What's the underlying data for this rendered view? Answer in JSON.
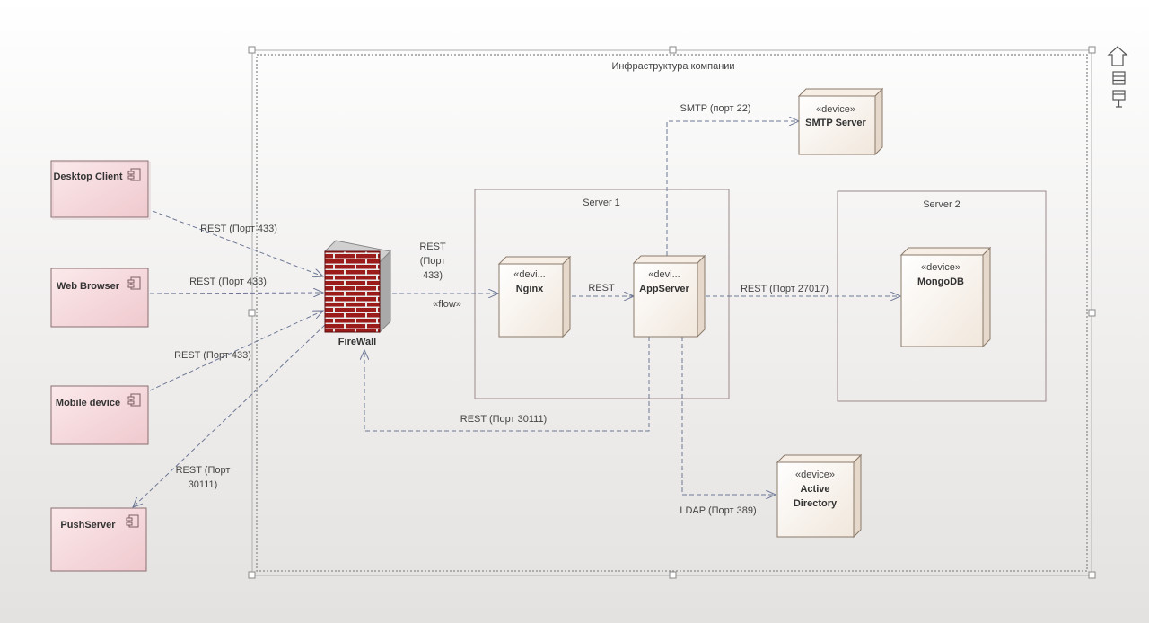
{
  "boundary": {
    "title": "Инфраструктура компании"
  },
  "server1": {
    "title": "Server 1"
  },
  "server2": {
    "title": "Server 2"
  },
  "clients": {
    "desktop": "Desktop Client",
    "web": "Web Browser",
    "mobile": "Mobile device",
    "push": "PushServer"
  },
  "firewall": {
    "name": "FireWall"
  },
  "nodes": {
    "nginx": {
      "stereotype": "«devi...",
      "name": "Nginx"
    },
    "appserver": {
      "stereotype": "«devi...",
      "name": "AppServer"
    },
    "mongodb": {
      "stereotype": "«device»",
      "name": "MongoDB"
    },
    "smtp": {
      "stereotype": "«device»",
      "name": "SMTP Server"
    },
    "ad": {
      "stereotype": "«device»",
      "name_line1": "Active",
      "name_line2": "Directory"
    }
  },
  "connectors": {
    "desktop_fw": "REST (Порт 433)",
    "web_fw": "REST (Порт 433)",
    "mobile_fw": "REST (Порт 433)",
    "fw_push_line1": "REST (Порт",
    "fw_push_line2": "30111)",
    "fw_nginx_line1": "REST",
    "fw_nginx_line2": "(Порт",
    "fw_nginx_line3": "433)",
    "fw_nginx_flow": "«flow»",
    "nginx_app": "REST",
    "app_mongo": "REST (Порт 27017)",
    "app_smtp": "SMTP (порт 22)",
    "app_ad": "LDAP (Порт 389)",
    "app_fw": "REST (Порт 30111)"
  },
  "toolbar": {
    "up_icon": "arrow-up-icon",
    "list_icon": "list-icon",
    "pin_icon": "pin-icon"
  },
  "colors": {
    "component_fill": "#f5d6da",
    "component_border": "#8a6d70",
    "node_fill": "#fbf5ee",
    "connector": "#6d7896",
    "firewall_brick": "#9b1b1b"
  }
}
